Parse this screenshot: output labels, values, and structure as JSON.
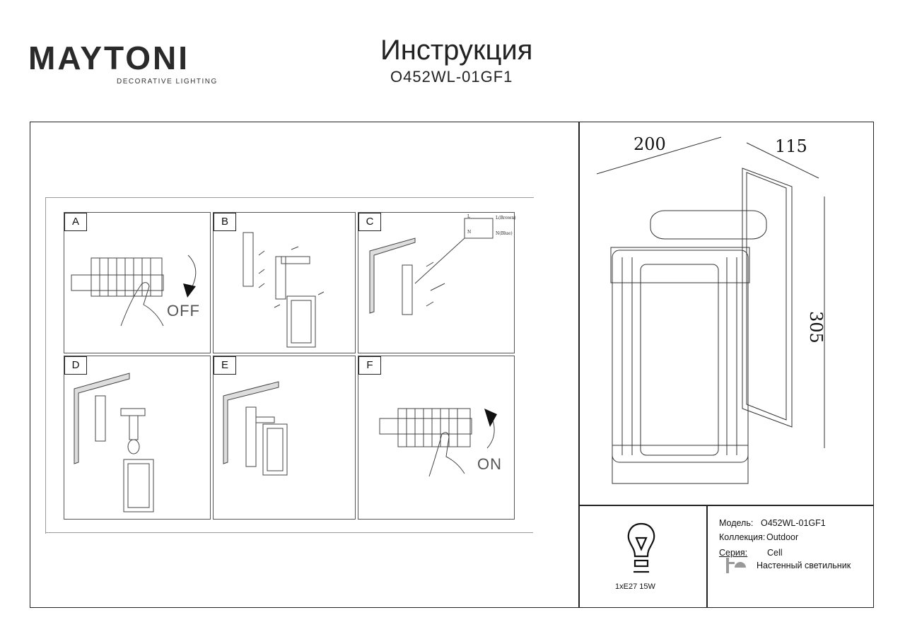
{
  "brand": {
    "logo_main": "MAYTONI",
    "logo_sub": "DECORATIVE LIGHTING"
  },
  "header": {
    "title": "Инструкция",
    "model": "O452WL-01GF1"
  },
  "steps": [
    {
      "label": "A",
      "text": "OFF"
    },
    {
      "label": "B"
    },
    {
      "label": "C",
      "wire_labels": [
        "L",
        "L(Brown)",
        "N",
        "N(Blue)"
      ]
    },
    {
      "label": "D"
    },
    {
      "label": "E"
    },
    {
      "label": "F",
      "text": "ON"
    }
  ],
  "dimensions": {
    "width": "200",
    "depth": "115",
    "height": "305"
  },
  "lamp": {
    "caption": "1xE27 15W",
    "icon": "bulb-icon"
  },
  "product_info": {
    "model_label": "Модель:",
    "model_value": "O452WL-01GF1",
    "collection_label": "Коллекция:",
    "collection_value": "Outdoor",
    "series_label": "Серия:",
    "series_value": "Cell",
    "type_icon": "wall-lamp-icon",
    "type_value": "Настенный светильник"
  }
}
